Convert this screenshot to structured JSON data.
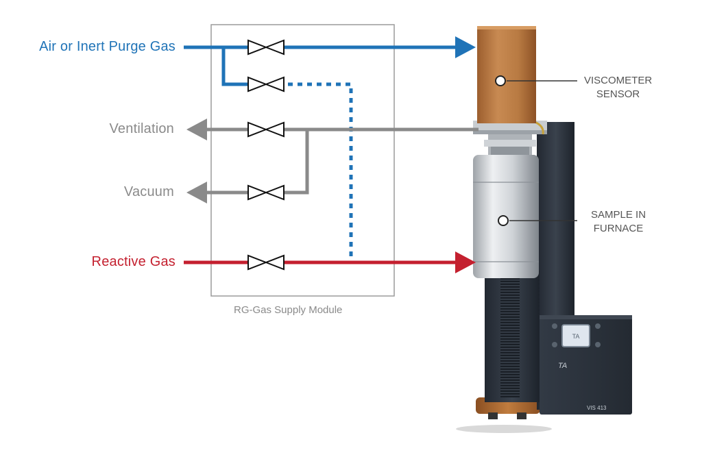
{
  "inputs": {
    "purge": "Air or Inert Purge Gas",
    "ventilation": "Ventilation",
    "vacuum": "Vacuum",
    "reactive": "Reactive Gas"
  },
  "module": {
    "caption": "RG-Gas Supply Module"
  },
  "callouts": {
    "viscometer_line1": "VISCOMETER",
    "viscometer_line2": "SENSOR",
    "sample_line1": "SAMPLE IN",
    "sample_line2": "FURNACE"
  },
  "instrument": {
    "brand": "TA",
    "model": "VIS 413"
  },
  "colors": {
    "purge": "#1f73b7",
    "exhaust": "#8a8a8a",
    "reactive": "#c4202f",
    "module_border": "#9a9a9a",
    "copper": "#b8753c",
    "body": "#2f3640"
  },
  "icons": [
    "valve-icon",
    "arrow-icon",
    "callout-dot-icon"
  ]
}
